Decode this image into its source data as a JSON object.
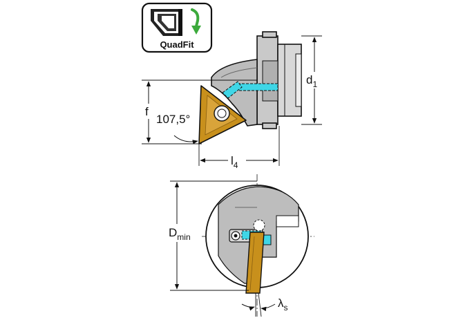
{
  "badge": {
    "label": "QuadFit"
  },
  "dimensions": {
    "d1": {
      "main": "d",
      "sub": "1"
    },
    "f": {
      "main": "f"
    },
    "l4": {
      "main": "l",
      "sub": "4"
    },
    "angle": {
      "main": "107,5°"
    },
    "dmin": {
      "main": "D",
      "sub": "min"
    },
    "lambda_s": {
      "main": "λ",
      "sub": "s"
    }
  },
  "colors": {
    "insert": "#c8901c",
    "coolant": "#3fd6e6",
    "body": "#bfbfbf",
    "body_dark": "#9a9a9a",
    "badge_border": "#111111",
    "arrow_green": "#3caa3c"
  },
  "icons": [
    "quadfit-clamping-icon",
    "rotate-arrow-icon"
  ]
}
